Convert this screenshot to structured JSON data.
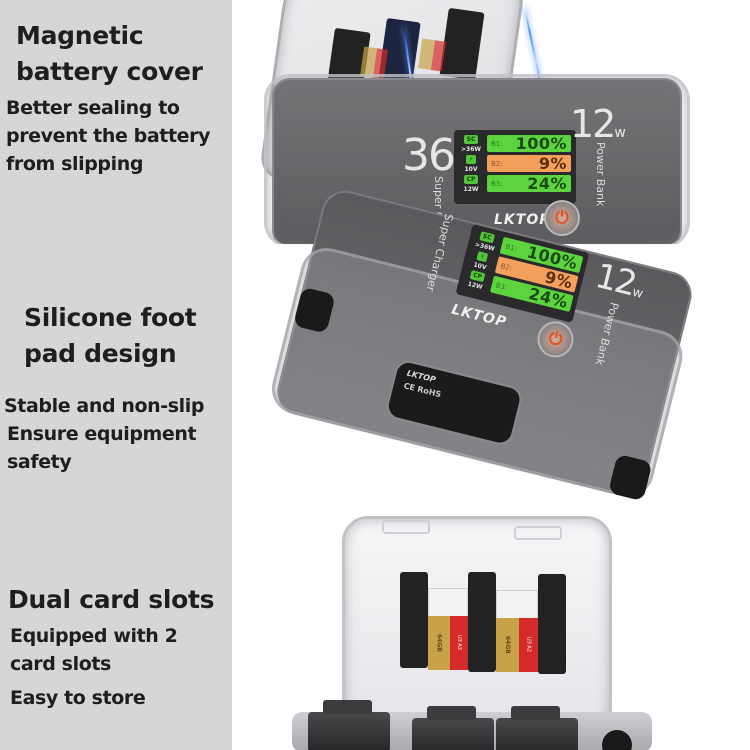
{
  "features": [
    {
      "title_lines": [
        "Magnetic",
        "battery cover"
      ],
      "desc_lines": [
        "Better sealing to",
        "prevent the battery",
        "from slipping"
      ]
    },
    {
      "title_lines": [
        "Silicone foot",
        "pad design"
      ],
      "desc_lines": [
        "Stable and non-slip",
        "Ensure equipment",
        "safety"
      ]
    },
    {
      "title_lines": [
        "Dual card slots"
      ],
      "desc_lines": [
        "Equipped with 2",
        "card slots",
        "Easy to store"
      ]
    }
  ],
  "device": {
    "brand": "LKTOP",
    "left_watt": "36",
    "left_watt_unit": "w",
    "left_label": "Super Charger",
    "right_watt": "12",
    "right_watt_unit": "w",
    "right_label": "Power Bank",
    "power_icon": "⏻",
    "lcd": {
      "modes": [
        {
          "chip": "SC",
          "value": ">36W"
        },
        {
          "chip": "⚡",
          "value": "10V"
        },
        {
          "chip": "CP",
          "value": "12W"
        }
      ],
      "batteries": [
        {
          "label": "B1:",
          "value": "100%",
          "color": "#5bd43e"
        },
        {
          "label": "B2:",
          "value": "9%",
          "color": "#f3a05c"
        },
        {
          "label": "B3:",
          "value": "24%",
          "color": "#5bd43e"
        }
      ]
    },
    "label_plate": {
      "brand": "LKTOP",
      "marks": "CE  RoHS"
    }
  },
  "card_slots": {
    "cards": [
      {
        "capacity": "64GB",
        "speed": "U3 A2"
      },
      {
        "capacity": "64GB",
        "speed": "U3 A2"
      }
    ]
  },
  "colors": {
    "left_panel_bg": "#d6d6d6",
    "text_dark": "#1e1e1e",
    "lcd_green": "#5bd43e",
    "lcd_orange": "#f3a05c",
    "power_accent": "#e0521e"
  }
}
